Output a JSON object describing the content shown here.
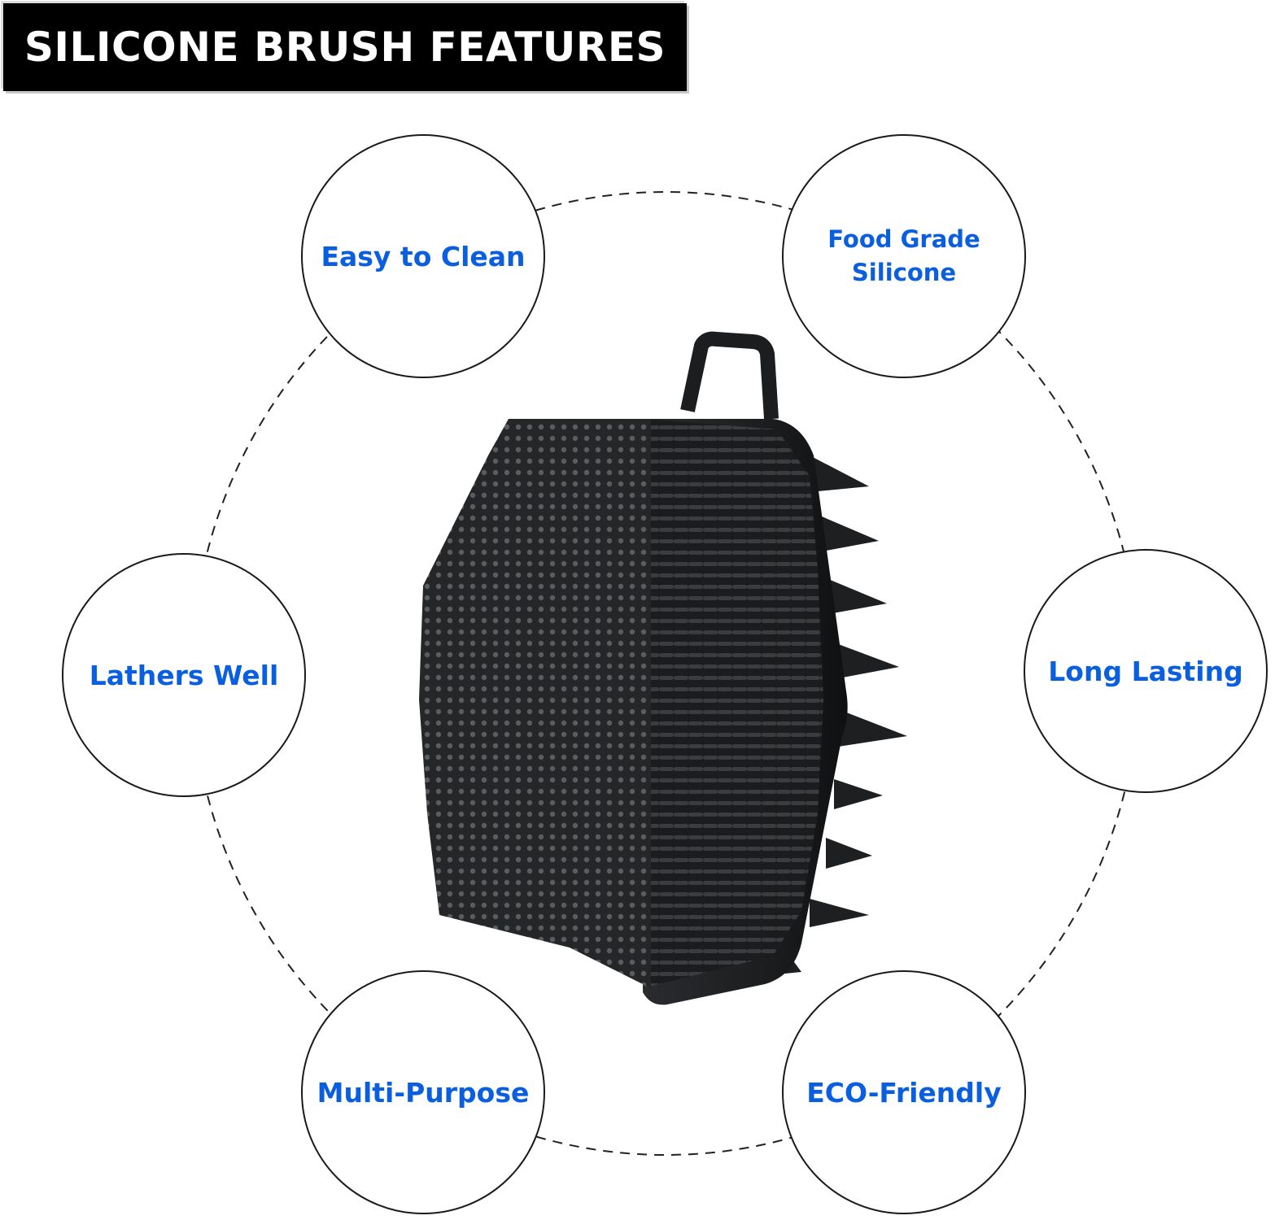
{
  "title": "SILICONE BRUSH FEATURES",
  "features": [
    {
      "label": "Easy to Clean"
    },
    {
      "label": "Food Grade Silicone"
    },
    {
      "label": "Lathers Well"
    },
    {
      "label": "Long Lasting"
    },
    {
      "label": "Multi-Purpose"
    },
    {
      "label": "ECO-Friendly"
    }
  ],
  "colors": {
    "banner_background": "#000000",
    "banner_text": "#ffffff",
    "feature_text": "#0a5fe0",
    "circle_outline": "#1a1a1a",
    "brush_body": "#1c1d1f"
  },
  "product": {
    "icon": "silicone-brush-image"
  }
}
